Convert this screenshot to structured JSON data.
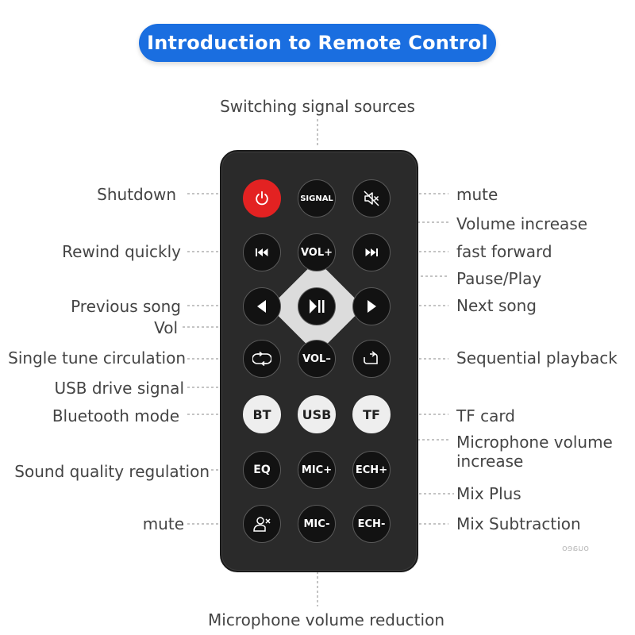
{
  "title": "Introduction to Remote Control",
  "buttons": {
    "signal": "SIGNAL",
    "vol_plus": "VOL+",
    "vol_minus": "VOL–",
    "bt": "BT",
    "usb": "USB",
    "tf": "TF",
    "eq": "EQ",
    "mic_plus": "MIC+",
    "ech_plus": "ECH+",
    "mic_minus": "MIC-",
    "ech_minus": "ECH-"
  },
  "labels": {
    "switching_signal_sources": "Switching signal sources",
    "shutdown": "Shutdown",
    "mute_top": "mute",
    "volume_increase": "Volume increase",
    "rewind_quickly": "Rewind quickly",
    "fast_forward": "fast forward",
    "pause_play": "Pause/Play",
    "previous_song": "Previous song",
    "next_song": "Next song",
    "vol": "Vol",
    "single_tune_circulation": "Single tune circulation",
    "sequential_playback": "Sequential playback",
    "usb_drive_signal": "USB drive signal",
    "bluetooth_mode": "Bluetooth mode",
    "tf_card": "TF card",
    "microphone_volume_increase_1": "Microphone volume",
    "microphone_volume_increase_2": "increase",
    "sound_quality_regulation": "Sound quality regulation",
    "mix_plus": "Mix Plus",
    "mute_bottom": "mute",
    "mix_subtraction": "Mix Subtraction",
    "microphone_volume_reduction": "Microphone volume reduction"
  },
  "watermark": "ouaeo",
  "colors": {
    "title_bg": "#1a6ee0",
    "power_button": "#e32222",
    "remote_body": "#2a2a2a"
  },
  "icons": [
    "power-icon",
    "mute-speaker-icon",
    "rewind-icon",
    "fast-forward-icon",
    "left-arrow-icon",
    "play-pause-icon",
    "right-arrow-icon",
    "repeat-one-icon",
    "sequential-icon",
    "mute-mic-user-icon"
  ]
}
